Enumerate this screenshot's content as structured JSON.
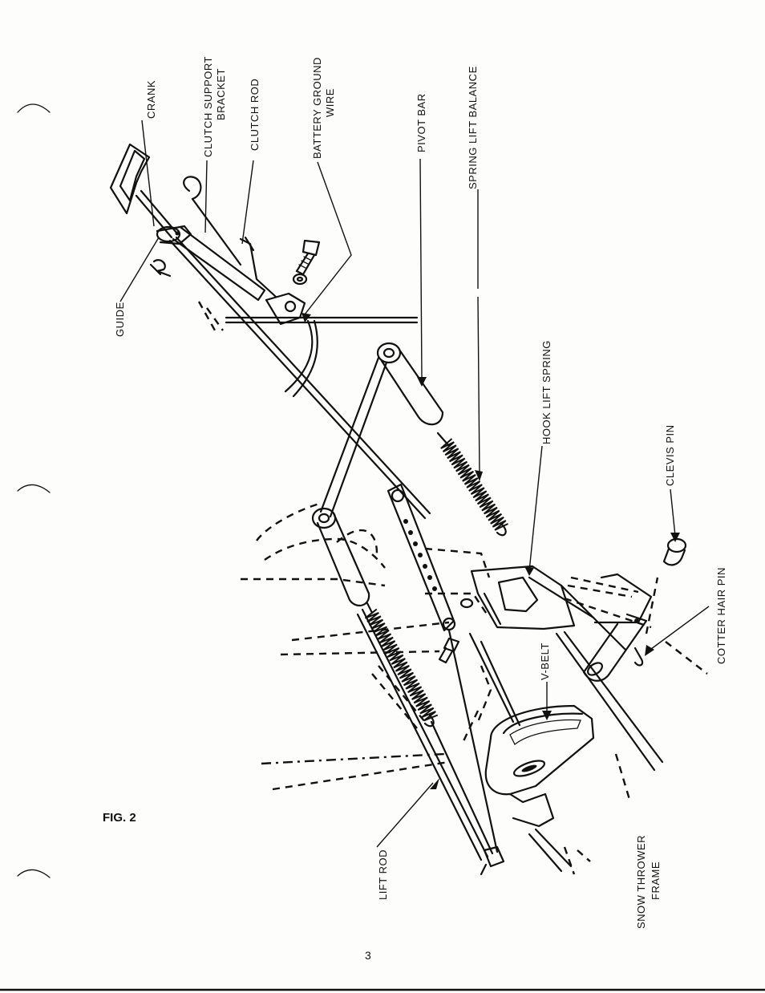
{
  "figure": {
    "label": "FIG. 2",
    "page_number": "3"
  },
  "labels": {
    "crank": "CRANK",
    "clutch_support_bracket_line1": "CLUTCH SUPPORT",
    "clutch_support_bracket_line2": "BRACKET",
    "clutch_rod": "CLUTCH ROD",
    "battery_ground_wire_line1": "BATTERY GROUND",
    "battery_ground_wire_line2": "WIRE",
    "pivot_bar": "PIVOT BAR",
    "spring_lift_balance": "SPRING LIFT BALANCE",
    "guide": "GUIDE",
    "hook_lift_spring": "HOOK LIFT SPRING",
    "clevis_pin": "CLEVIS PIN",
    "cotter_hair_pin": "COTTER HAIR PIN",
    "v_belt": "V-BELT",
    "lift_rod": "LIFT ROD",
    "snow_thrower_frame_line1": "SNOW THROWER",
    "snow_thrower_frame_line2": "FRAME"
  }
}
